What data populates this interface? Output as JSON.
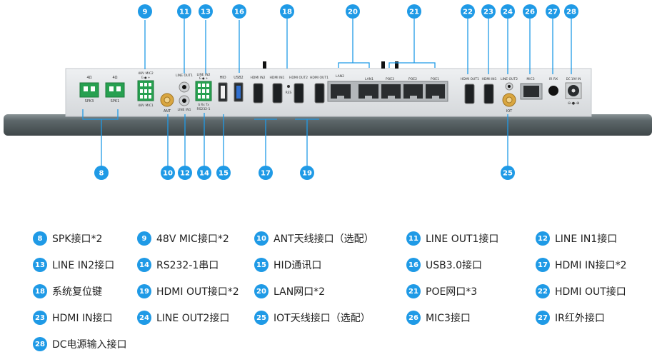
{
  "panel_labels": {
    "spk3_top": "4Ω",
    "spk3": "SPK3",
    "spk1_top": "4Ω",
    "spk1": "SPK1",
    "mic2": "48V MIC2",
    "mic1": "48V MIC1",
    "mic_pins": "G ● +",
    "ant": "ANT",
    "line_out1": "LINE OUT1",
    "line_in1": "LINE IN1",
    "line_in2": "LINE IN2",
    "rs232": "RS232-1",
    "rs_pins": "G Rx Tx",
    "li2_pins": "G ● +",
    "hid": "HID",
    "usb2": "USB2",
    "hdmi_in2": "HDMI IN2",
    "hdmi_in1": "HDMI IN1",
    "res": "RES",
    "hdmi_out2": "HDMI OUT2",
    "hdmi_out1": "HDMI OUT1",
    "lan2": "LAN2",
    "lan1": "LAN1",
    "poe3": "POE3",
    "poe2": "POE2",
    "poe1": "POE1",
    "hdmi_out_r": "HDMI OUT1",
    "hdmi_in_r": "HDMI IN1",
    "line_out2": "LINE OUT2",
    "iot": "IOT",
    "mic3": "MIC3",
    "ir_rx": "IR RX",
    "dc": "DC 19V IN"
  },
  "callouts": [
    {
      "num": "8"
    },
    {
      "num": "9"
    },
    {
      "num": "10"
    },
    {
      "num": "11"
    },
    {
      "num": "12"
    },
    {
      "num": "13"
    },
    {
      "num": "14"
    },
    {
      "num": "15"
    },
    {
      "num": "16"
    },
    {
      "num": "17"
    },
    {
      "num": "18"
    },
    {
      "num": "19"
    },
    {
      "num": "20"
    },
    {
      "num": "21"
    },
    {
      "num": "22"
    },
    {
      "num": "23"
    },
    {
      "num": "24"
    },
    {
      "num": "25"
    },
    {
      "num": "26"
    },
    {
      "num": "27"
    },
    {
      "num": "28"
    }
  ],
  "legend": [
    {
      "num": "8",
      "text": "SPK接口*2"
    },
    {
      "num": "9",
      "text": "48V MIC接口*2"
    },
    {
      "num": "10",
      "text": "ANT天线接口（选配）"
    },
    {
      "num": "11",
      "text": "LINE OUT1接口"
    },
    {
      "num": "12",
      "text": "LINE IN1接口"
    },
    {
      "num": "13",
      "text": "LINE IN2接口"
    },
    {
      "num": "14",
      "text": "RS232-1串口"
    },
    {
      "num": "15",
      "text": "HID通讯口"
    },
    {
      "num": "16",
      "text": "USB3.0接口"
    },
    {
      "num": "17",
      "text": "HDMI IN接口*2"
    },
    {
      "num": "18",
      "text": "系统复位键"
    },
    {
      "num": "19",
      "text": "HDMI OUT接口*2"
    },
    {
      "num": "20",
      "text": "LAN网口*2"
    },
    {
      "num": "21",
      "text": "POE网口*3"
    },
    {
      "num": "22",
      "text": "HDMI OUT接口"
    },
    {
      "num": "23",
      "text": "HDMI IN接口"
    },
    {
      "num": "24",
      "text": "LINE OUT2接口"
    },
    {
      "num": "25",
      "text": "IOT天线接口（选配）"
    },
    {
      "num": "26",
      "text": "MIC3接口"
    },
    {
      "num": "27",
      "text": "IR红外接口"
    },
    {
      "num": "28",
      "text": "DC电源输入接口"
    }
  ],
  "colors": {
    "accent": "#1f9ae6",
    "panel": "#e4e6e8",
    "base": "#5a6466",
    "terminal": "#27a050"
  }
}
